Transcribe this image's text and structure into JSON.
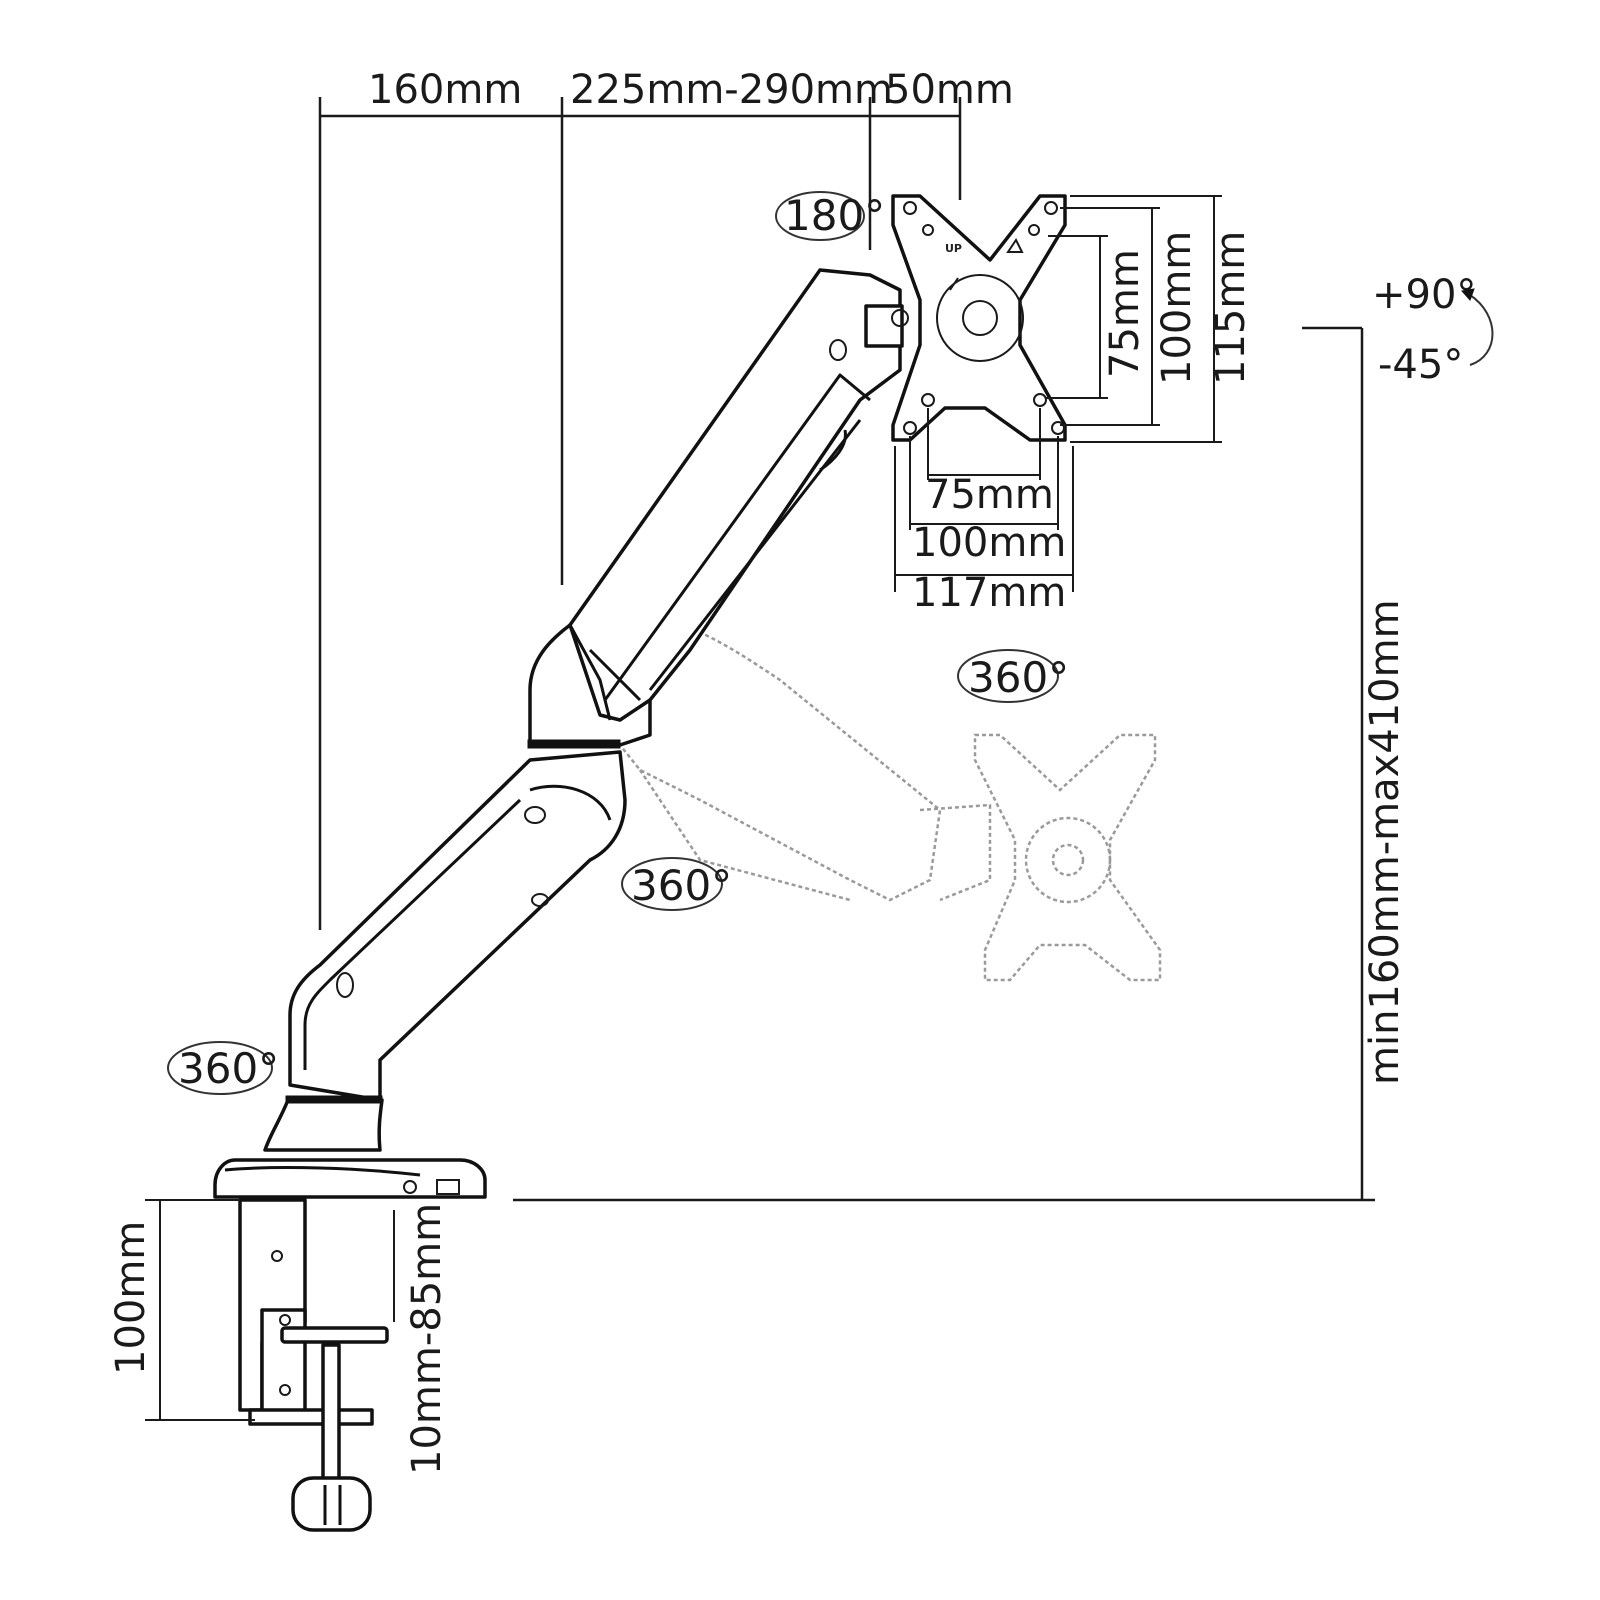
{
  "dimensions": {
    "arm_segment_1": "160mm",
    "arm_segment_2": "225mm-290mm",
    "head_offset": "50mm",
    "height_range": "min160mm-max410mm",
    "clamp_height": "100mm",
    "desk_thickness": "10mm-85mm",
    "vesa_h_small": "75mm",
    "vesa_h_medium": "100mm",
    "vesa_h_plate": "117mm",
    "vesa_v_small": "75mm",
    "vesa_v_medium": "100mm",
    "vesa_v_plate": "115mm"
  },
  "rotations": {
    "head_swivel": "180°",
    "plate_rotation": "360°",
    "elbow_rotation": "360°",
    "base_rotation": "360°",
    "tilt_up": "+90°",
    "tilt_down": "-45°"
  },
  "plate_label": "UP",
  "colors": {
    "line": "#1a1a1a",
    "ghost": "#9a9a9a",
    "background": "#ffffff"
  }
}
